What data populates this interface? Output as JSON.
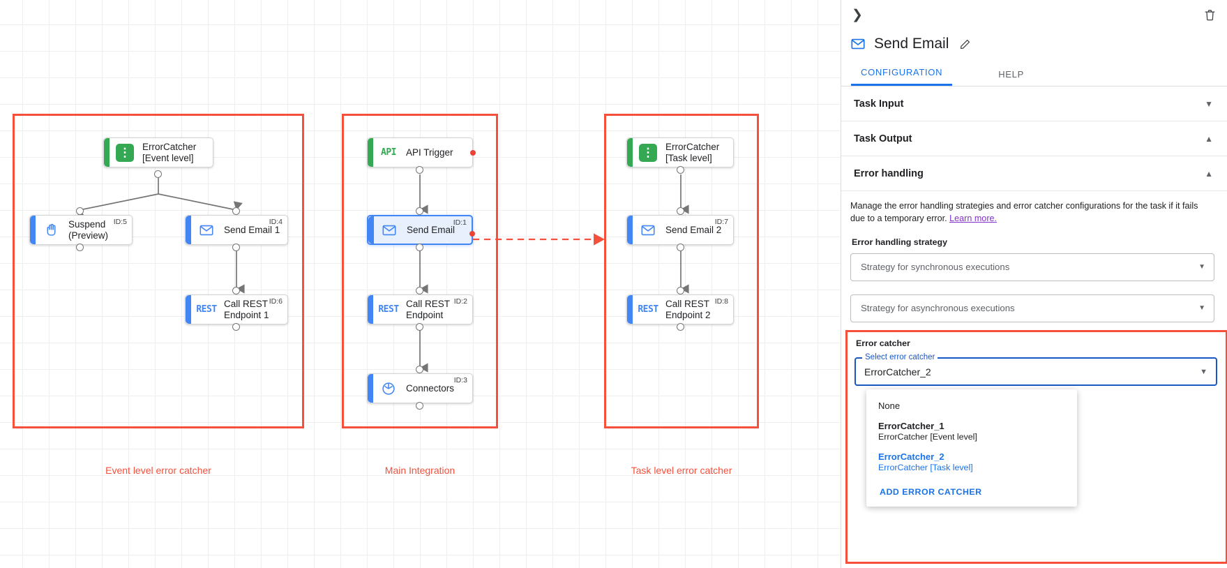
{
  "canvas": {
    "groups": [
      {
        "label": "Event level error catcher"
      },
      {
        "label": "Main Integration"
      },
      {
        "label": "Task level error catcher"
      }
    ],
    "nodes": {
      "error_catcher_event": {
        "label": "ErrorCatcher\n[Event level]",
        "icon": "error-catcher-icon",
        "id": ""
      },
      "suspend": {
        "label": "Suspend\n(Preview)",
        "icon": "hand-icon",
        "id": "ID:5"
      },
      "send_email_1": {
        "label": "Send Email 1",
        "icon": "mail-icon",
        "id": "ID:4"
      },
      "call_rest_1": {
        "label": "Call REST\nEndpoint 1",
        "icon": "rest-icon",
        "id": "ID:6"
      },
      "api_trigger": {
        "label": "API Trigger",
        "icon": "api-icon",
        "id": ""
      },
      "send_email": {
        "label": "Send Email",
        "icon": "mail-icon",
        "id": "ID:1"
      },
      "call_rest": {
        "label": "Call REST\nEndpoint",
        "icon": "rest-icon",
        "id": "ID:2"
      },
      "connectors": {
        "label": "Connectors",
        "icon": "connectors-icon",
        "id": "ID:3"
      },
      "error_catcher_task": {
        "label": "ErrorCatcher\n[Task level]",
        "icon": "error-catcher-icon",
        "id": ""
      },
      "send_email_2": {
        "label": "Send Email 2",
        "icon": "mail-icon",
        "id": "ID:7"
      },
      "call_rest_2": {
        "label": "Call REST\nEndpoint 2",
        "icon": "rest-icon",
        "id": "ID:8"
      }
    },
    "icon_text": {
      "api": "API",
      "rest": "REST"
    }
  },
  "panel": {
    "collapse_icon": "chevron-right-icon",
    "delete_icon": "trash-icon",
    "title": "Send Email",
    "title_icon": "mail-icon",
    "edit_icon": "pencil-icon",
    "tabs": [
      {
        "label": "CONFIGURATION",
        "active": true
      },
      {
        "label": "HELP",
        "active": false
      }
    ],
    "sections": [
      {
        "label": "Task Input",
        "expanded": false
      },
      {
        "label": "Task Output",
        "expanded": true
      },
      {
        "label": "Error handling",
        "expanded": true
      }
    ],
    "error_handling": {
      "description": "Manage the error handling strategies and error catcher configurations for the task if it fails due to a temporary error.",
      "learn_more": "Learn more.",
      "strategy_label": "Error handling strategy",
      "sync_placeholder": "Strategy for synchronous executions",
      "async_placeholder": "Strategy for asynchronous executions"
    },
    "error_catcher": {
      "heading": "Error catcher",
      "field_legend": "Select error catcher",
      "field_value": "ErrorCatcher_2",
      "options": [
        {
          "primary": "None",
          "secondary": "",
          "bold": false,
          "selected": false
        },
        {
          "primary": "ErrorCatcher_1",
          "secondary": "ErrorCatcher [Event level]",
          "bold": true,
          "selected": false
        },
        {
          "primary": "ErrorCatcher_2",
          "secondary": "ErrorCatcher [Task level]",
          "bold": true,
          "selected": true
        }
      ],
      "add_label": "ADD ERROR CATCHER"
    }
  },
  "colors": {
    "accent_blue": "#4285f4",
    "accent_green": "#34a853",
    "highlight_red": "#f4503c",
    "link_purple": "#8430ce",
    "error_dot": "#ea4335"
  }
}
